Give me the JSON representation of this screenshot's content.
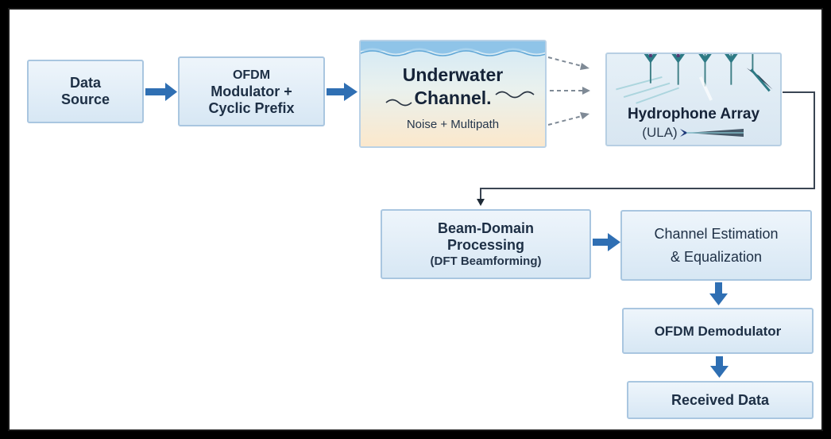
{
  "source": {
    "line1": "Data",
    "line2": "Source"
  },
  "modulator": {
    "line1": "OFDM",
    "line2": "Modulator +",
    "line3": "Cyclic Prefix"
  },
  "channel": {
    "title1": "Underwater",
    "title2": "Channel.",
    "subtitle": "Noise + Multipath"
  },
  "hydrophone": {
    "title": "Hydrophone Array",
    "subtitle": "(ULA)"
  },
  "beam": {
    "line1": "Beam-Domain",
    "line2": "Processing",
    "line3": "(DFT Beamforming)"
  },
  "estimation": {
    "line1": "Channel Estimation",
    "line2": "& Equalization"
  },
  "demodulator": {
    "label": "OFDM Demodulator"
  },
  "received": {
    "label": "Received Data"
  },
  "colors": {
    "arrow": "#2f6fb3",
    "box_border": "#a9c6e0",
    "box_fill": "#dde9f5",
    "text": "#1d2f45",
    "connector": "#3a4553"
  }
}
